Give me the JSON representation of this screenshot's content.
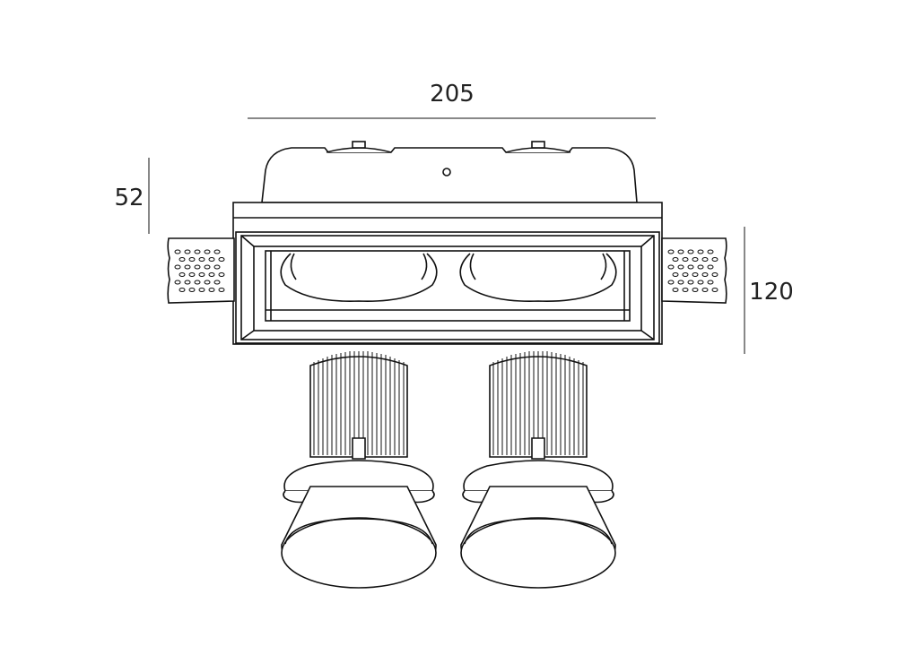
{
  "dimensions": {
    "width": "205",
    "height_top": "52",
    "height_total": "120"
  },
  "colors": {
    "line": "#111111",
    "background": "#ffffff"
  }
}
